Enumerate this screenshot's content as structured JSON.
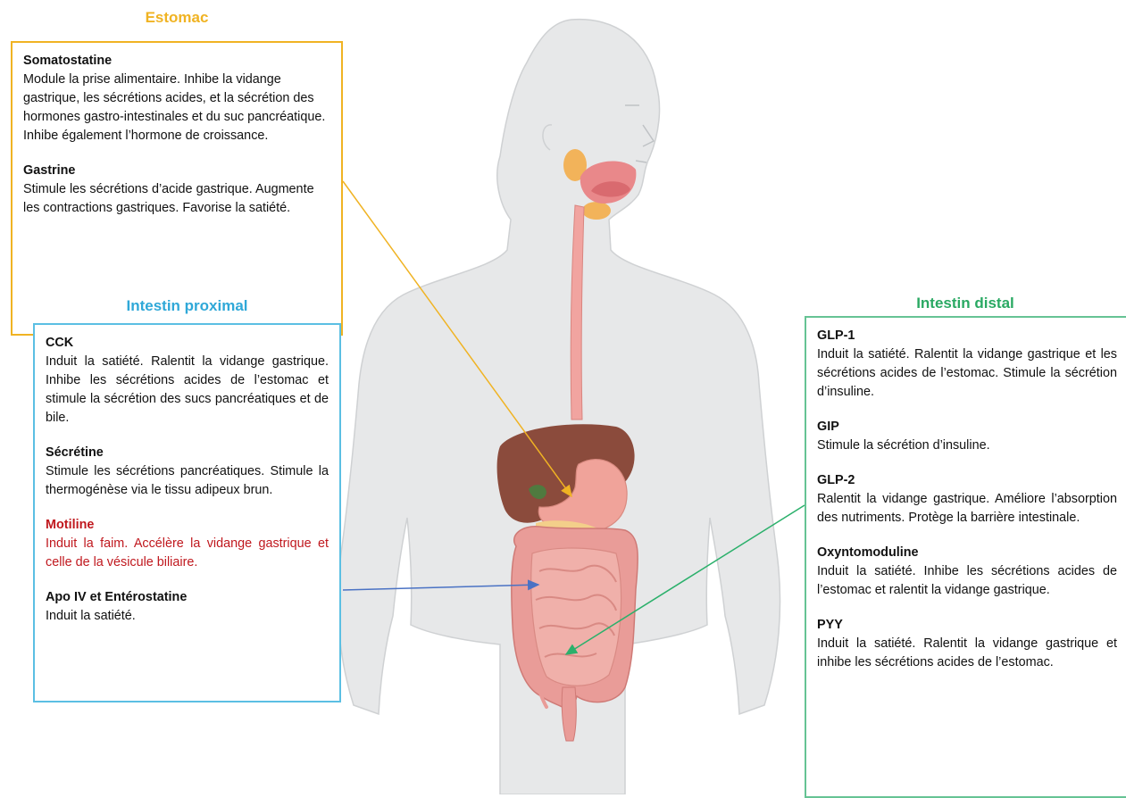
{
  "colors": {
    "estomac": "#f0b323",
    "intestin_proximal": "#2fa8d8",
    "intestin_distal": "#2aa963",
    "motiline_red": "#c0181e",
    "arrow_blue": "#4a72c4",
    "arrow_green": "#2bb06b"
  },
  "estomac": {
    "title": "Estomac",
    "entries": [
      {
        "name": "Somatostatine",
        "desc": "Module la prise alimentaire. Inhibe la vidange gastrique, les sécrétions acides, et la sécrétion des hormones gastro-intestinales et du suc pancréatique. Inhibe également l’hormone de croissance."
      },
      {
        "name": "Gastrine",
        "desc": "Stimule les sécrétions d’acide gastrique. Augmente les contractions gastriques. Favorise la satiété."
      }
    ]
  },
  "intestin_proximal": {
    "title": "Intestin proximal",
    "entries": [
      {
        "name": "CCK",
        "desc": "Induit la satiété. Ralentit la vidange gastrique. Inhibe les sécrétions acides de l’estomac et stimule la sécrétion des sucs pancréatiques et de bile."
      },
      {
        "name": "Sécrétine",
        "desc": "Stimule les sécrétions pancréatiques. Stimule la thermogénèse via le tissu adipeux brun."
      },
      {
        "name": "Motiline",
        "desc": "Induit la faim. Accélère la vidange gastrique et celle de la vésicule biliaire."
      },
      {
        "name": "Apo IV et Entérostatine",
        "desc": "Induit la satiété."
      }
    ]
  },
  "intestin_distal": {
    "title": "Intestin distal",
    "entries": [
      {
        "name": "GLP-1",
        "desc": "Induit la satiété. Ralentit la vidange gastrique et les sécrétions acides de l’estomac. Stimule la sécrétion d’insuline."
      },
      {
        "name": "GIP",
        "desc": "Stimule la sécrétion d’insuline."
      },
      {
        "name": "GLP-2",
        "desc": "Ralentit la vidange gastrique. Améliore l’absorption des nutriments. Protège la barrière intestinale."
      },
      {
        "name": "Oxyntomoduline",
        "desc": "Induit la satiété. Inhibe les sécrétions acides de l’estomac et ralentit la vidange gastrique."
      },
      {
        "name": "PYY",
        "desc": "Induit la satiété. Ralentit la vidange gastrique et inhibe les sécrétions acides de l’estomac."
      }
    ]
  }
}
